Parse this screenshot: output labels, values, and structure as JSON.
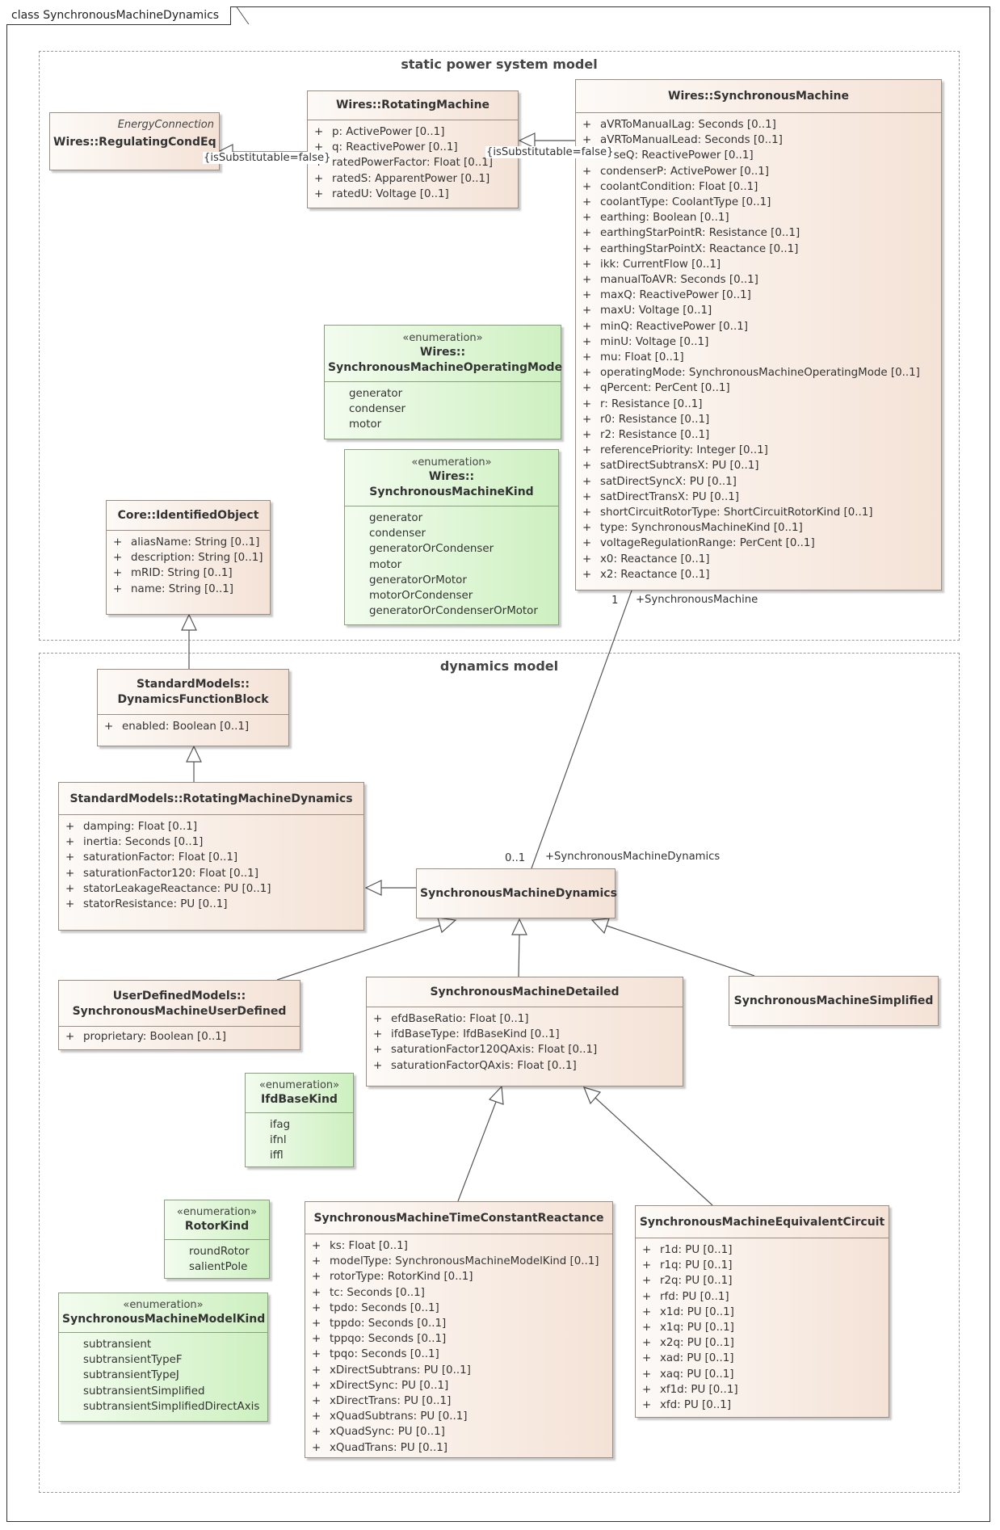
{
  "frame": {
    "title": "class SynchronousMachineDynamics"
  },
  "packages": {
    "static": "static power system model",
    "dynamics": "dynamics model"
  },
  "classes": {
    "regulatingCondEq": {
      "stereotype": "EnergyConnection",
      "name": "Wires::RegulatingCondEq"
    },
    "rotatingMachine": {
      "name": "Wires::RotatingMachine",
      "attributes": [
        {
          "vis": "+",
          "text": "p: ActivePower [0..1]"
        },
        {
          "vis": "+",
          "text": "q: ReactivePower [0..1]"
        },
        {
          "vis": "+",
          "text": "ratedPowerFactor: Float [0..1]"
        },
        {
          "vis": "+",
          "text": "ratedS: ApparentPower [0..1]"
        },
        {
          "vis": "+",
          "text": "ratedU: Voltage [0..1]"
        }
      ]
    },
    "synchronousMachine": {
      "name": "Wires::SynchronousMachine",
      "attributes": [
        {
          "vis": "+",
          "text": "aVRToManualLag: Seconds [0..1]"
        },
        {
          "vis": "+",
          "text": "aVRToManualLead: Seconds [0..1]"
        },
        {
          "vis": "+",
          "text": "baseQ: ReactivePower [0..1]"
        },
        {
          "vis": "+",
          "text": "condenserP: ActivePower [0..1]"
        },
        {
          "vis": "+",
          "text": "coolantCondition: Float [0..1]"
        },
        {
          "vis": "+",
          "text": "coolantType: CoolantType [0..1]"
        },
        {
          "vis": "+",
          "text": "earthing: Boolean [0..1]"
        },
        {
          "vis": "+",
          "text": "earthingStarPointR: Resistance [0..1]"
        },
        {
          "vis": "+",
          "text": "earthingStarPointX: Reactance [0..1]"
        },
        {
          "vis": "+",
          "text": "ikk: CurrentFlow [0..1]"
        },
        {
          "vis": "+",
          "text": "manualToAVR: Seconds [0..1]"
        },
        {
          "vis": "+",
          "text": "maxQ: ReactivePower [0..1]"
        },
        {
          "vis": "+",
          "text": "maxU: Voltage [0..1]"
        },
        {
          "vis": "+",
          "text": "minQ: ReactivePower [0..1]"
        },
        {
          "vis": "+",
          "text": "minU: Voltage [0..1]"
        },
        {
          "vis": "+",
          "text": "mu: Float [0..1]"
        },
        {
          "vis": "+",
          "text": "operatingMode: SynchronousMachineOperatingMode [0..1]"
        },
        {
          "vis": "+",
          "text": "qPercent: PerCent [0..1]"
        },
        {
          "vis": "+",
          "text": "r: Resistance [0..1]"
        },
        {
          "vis": "+",
          "text": "r0: Resistance [0..1]"
        },
        {
          "vis": "+",
          "text": "r2: Resistance [0..1]"
        },
        {
          "vis": "+",
          "text": "referencePriority: Integer [0..1]"
        },
        {
          "vis": "+",
          "text": "satDirectSubtransX: PU [0..1]"
        },
        {
          "vis": "+",
          "text": "satDirectSyncX: PU [0..1]"
        },
        {
          "vis": "+",
          "text": "satDirectTransX: PU [0..1]"
        },
        {
          "vis": "+",
          "text": "shortCircuitRotorType: ShortCircuitRotorKind [0..1]"
        },
        {
          "vis": "+",
          "text": "type: SynchronousMachineKind [0..1]"
        },
        {
          "vis": "+",
          "text": "voltageRegulationRange: PerCent [0..1]"
        },
        {
          "vis": "+",
          "text": "x0: Reactance [0..1]"
        },
        {
          "vis": "+",
          "text": "x2: Reactance [0..1]"
        }
      ]
    },
    "operatingModeEnum": {
      "stereotype": "«enumeration»",
      "prefix": "Wires::",
      "name": "SynchronousMachineOperatingMode",
      "literals": [
        "generator",
        "condenser",
        "motor"
      ]
    },
    "machineKindEnum": {
      "stereotype": "«enumeration»",
      "prefix": "Wires::",
      "name": "SynchronousMachineKind",
      "literals": [
        "generator",
        "condenser",
        "generatorOrCondenser",
        "motor",
        "generatorOrMotor",
        "motorOrCondenser",
        "generatorOrCondenserOrMotor"
      ]
    },
    "identifiedObject": {
      "name": "Core::IdentifiedObject",
      "attributes": [
        {
          "vis": "+",
          "text": "aliasName: String [0..1]"
        },
        {
          "vis": "+",
          "text": "description: String [0..1]"
        },
        {
          "vis": "+",
          "text": "mRID: String [0..1]"
        },
        {
          "vis": "+",
          "text": "name: String [0..1]"
        }
      ]
    },
    "dynamicsFunctionBlock": {
      "prefix": "StandardModels::",
      "name": "DynamicsFunctionBlock",
      "attributes": [
        {
          "vis": "+",
          "text": "enabled: Boolean [0..1]"
        }
      ]
    },
    "rotatingMachineDynamics": {
      "name": "StandardModels::RotatingMachineDynamics",
      "attributes": [
        {
          "vis": "+",
          "text": "damping: Float [0..1]"
        },
        {
          "vis": "+",
          "text": "inertia: Seconds [0..1]"
        },
        {
          "vis": "+",
          "text": "saturationFactor: Float [0..1]"
        },
        {
          "vis": "+",
          "text": "saturationFactor120: Float [0..1]"
        },
        {
          "vis": "+",
          "text": "statorLeakageReactance: PU [0..1]"
        },
        {
          "vis": "+",
          "text": "statorResistance: PU [0..1]"
        }
      ]
    },
    "synchronousMachineDynamics": {
      "name": "SynchronousMachineDynamics"
    },
    "userDefined": {
      "prefix": "UserDefinedModels::",
      "name": "SynchronousMachineUserDefined",
      "attributes": [
        {
          "vis": "+",
          "text": "proprietary: Boolean [0..1]"
        }
      ]
    },
    "detailed": {
      "name": "SynchronousMachineDetailed",
      "attributes": [
        {
          "vis": "+",
          "text": "efdBaseRatio: Float [0..1]"
        },
        {
          "vis": "+",
          "text": "ifdBaseType: IfdBaseKind [0..1]"
        },
        {
          "vis": "+",
          "text": "saturationFactor120QAxis: Float [0..1]"
        },
        {
          "vis": "+",
          "text": "saturationFactorQAxis: Float [0..1]"
        }
      ]
    },
    "simplified": {
      "name": "SynchronousMachineSimplified"
    },
    "ifdBaseKind": {
      "stereotype": "«enumeration»",
      "name": "IfdBaseKind",
      "literals": [
        "ifag",
        "ifnl",
        "iffl"
      ]
    },
    "rotorKind": {
      "stereotype": "«enumeration»",
      "name": "RotorKind",
      "literals": [
        "roundRotor",
        "salientPole"
      ]
    },
    "modelKind": {
      "stereotype": "«enumeration»",
      "name": "SynchronousMachineModelKind",
      "literals": [
        "subtransient",
        "subtransientTypeF",
        "subtransientTypeJ",
        "subtransientSimplified",
        "subtransientSimplifiedDirectAxis"
      ]
    },
    "timeConstantReactance": {
      "name": "SynchronousMachineTimeConstantReactance",
      "attributes": [
        {
          "vis": "+",
          "text": "ks: Float [0..1]"
        },
        {
          "vis": "+",
          "text": "modelType: SynchronousMachineModelKind [0..1]"
        },
        {
          "vis": "+",
          "text": "rotorType: RotorKind [0..1]"
        },
        {
          "vis": "+",
          "text": "tc: Seconds [0..1]"
        },
        {
          "vis": "+",
          "text": "tpdo: Seconds [0..1]"
        },
        {
          "vis": "+",
          "text": "tppdo: Seconds [0..1]"
        },
        {
          "vis": "+",
          "text": "tppqo: Seconds [0..1]"
        },
        {
          "vis": "+",
          "text": "tpqo: Seconds [0..1]"
        },
        {
          "vis": "+",
          "text": "xDirectSubtrans: PU [0..1]"
        },
        {
          "vis": "+",
          "text": "xDirectSync: PU [0..1]"
        },
        {
          "vis": "+",
          "text": "xDirectTrans: PU [0..1]"
        },
        {
          "vis": "+",
          "text": "xQuadSubtrans: PU [0..1]"
        },
        {
          "vis": "+",
          "text": "xQuadSync: PU [0..1]"
        },
        {
          "vis": "+",
          "text": "xQuadTrans: PU [0..1]"
        }
      ]
    },
    "equivalentCircuit": {
      "name": "SynchronousMachineEquivalentCircuit",
      "attributes": [
        {
          "vis": "+",
          "text": "r1d: PU [0..1]"
        },
        {
          "vis": "+",
          "text": "r1q: PU [0..1]"
        },
        {
          "vis": "+",
          "text": "r2q: PU [0..1]"
        },
        {
          "vis": "+",
          "text": "rfd: PU [0..1]"
        },
        {
          "vis": "+",
          "text": "x1d: PU [0..1]"
        },
        {
          "vis": "+",
          "text": "x1q: PU [0..1]"
        },
        {
          "vis": "+",
          "text": "x2q: PU [0..1]"
        },
        {
          "vis": "+",
          "text": "xad: PU [0..1]"
        },
        {
          "vis": "+",
          "text": "xaq: PU [0..1]"
        },
        {
          "vis": "+",
          "text": "xf1d: PU [0..1]"
        },
        {
          "vis": "+",
          "text": "xfd: PU [0..1]"
        }
      ]
    }
  },
  "edge_labels": {
    "substitutable": "{isSubstitutable=false}",
    "mult_one": "1",
    "role_sm": "+SynchronousMachine",
    "mult_zero_one": "0..1",
    "role_smd": "+SynchronousMachineDynamics"
  }
}
